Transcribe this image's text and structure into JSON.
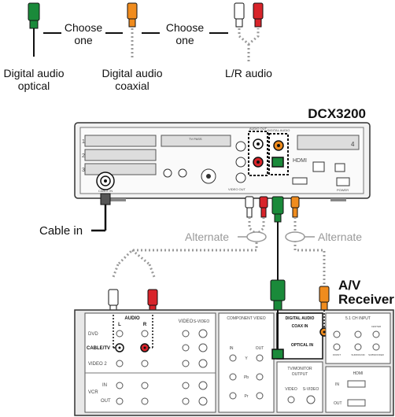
{
  "legend": {
    "optical_label_line1": "Digital audio",
    "optical_label_line2": "optical",
    "coaxial_label_line1": "Digital audio",
    "coaxial_label_line2": "coaxial",
    "lr_label": "L/R audio",
    "choose_one_1_line1": "Choose",
    "choose_one_1_line2": "one",
    "choose_one_2_line1": "Choose",
    "choose_one_2_line2": "one"
  },
  "set_top_box": {
    "model": "DCX3200",
    "slots": [
      "1",
      "2",
      "3"
    ],
    "cable_in_port": "CABLE IN",
    "slot_4": "4",
    "hdmi": "HDMI",
    "audio_out": "AUDIO OUT",
    "digital_audio": "DIGITAL AUDIO",
    "tv_pass": "TV PASS",
    "video_out": "VIDEO OUT",
    "power": "POWER"
  },
  "callouts": {
    "cable_in": "Cable in",
    "alternate_left": "Alternate",
    "alternate_right": "Alternate"
  },
  "receiver": {
    "title_line1": "A/V",
    "title_line2": "Receiver",
    "audio_header": "AUDIO",
    "audio_l": "L",
    "audio_r": "R",
    "video_header": "VIDEO",
    "svideo_header": "S-VIDEO",
    "rows": [
      "DVD",
      "CABLE/TV",
      "VIDEO 2"
    ],
    "vcr_label": "VCR",
    "vcr_in": "IN",
    "vcr_out": "OUT",
    "component_video": "COMPONENT VIDEO",
    "comp_in": "IN",
    "comp_out": "OUT",
    "comp_y": "Y",
    "comp_pb": "Pb",
    "comp_pr": "Pr",
    "digital_audio_header": "DIGITAL AUDIO",
    "coax_in": "COAX IN",
    "optical_in": "OPTICAL IN",
    "tv_monitor_line1": "TV/MONITOR",
    "tv_monitor_line2": "OUTPUT",
    "tv_video": "VIDEO",
    "tv_svideo": "S-VIDEO",
    "ch_input": "5.1 CH INPUT",
    "ch_labels": [
      "CENTER",
      "FRONT",
      "SURROUND",
      "SUBWOOFER"
    ],
    "hdmi_header": "HDMI",
    "hdmi_in": "IN",
    "hdmi_out": "OUT"
  },
  "colors": {
    "optical": "#1a8a3a",
    "coaxial": "#f08c1e",
    "red": "#d8242a",
    "white": "#ffffff",
    "line": "#222222",
    "dotted": "#9a9a9a",
    "panel": "#e8e8e8"
  }
}
